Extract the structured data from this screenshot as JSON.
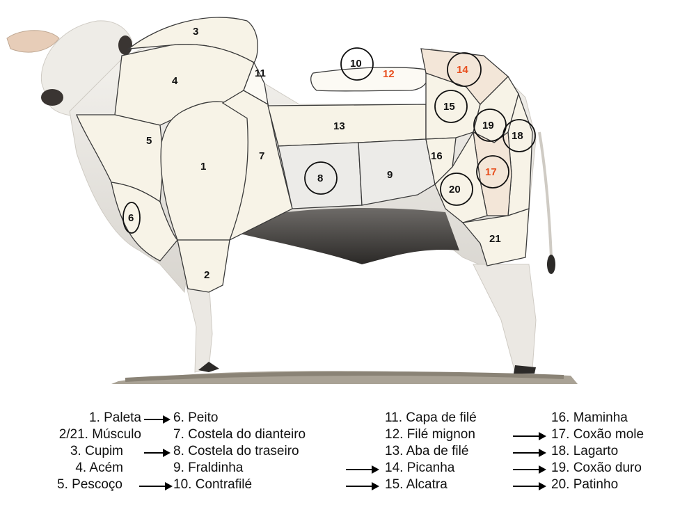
{
  "diagram": {
    "cut_numbers": [
      "1",
      "2",
      "3",
      "4",
      "5",
      "6",
      "7",
      "8",
      "9",
      "10",
      "11",
      "12",
      "13",
      "14",
      "15",
      "16",
      "17",
      "18",
      "19",
      "20",
      "21"
    ],
    "highlight_color": "#e8501f"
  },
  "legend": {
    "col1": [
      "1. Paleta",
      "2/21. Músculo",
      "3. Cupim",
      "4. Acém",
      "5. Pescoço"
    ],
    "col2": [
      "6. Peito",
      "7. Costela do dianteiro",
      "8. Costela do traseiro",
      "9. Fraldinha",
      "10. Contrafilé"
    ],
    "col3": [
      "11. Capa de filé",
      "12. Filé mignon",
      "13. Aba de filé",
      "14. Picanha",
      "15. Alcatra"
    ],
    "col4": [
      "16. Maminha",
      "17. Coxão mole",
      "18. Lagarto",
      "19. Coxão duro",
      "20. Patinho"
    ]
  }
}
